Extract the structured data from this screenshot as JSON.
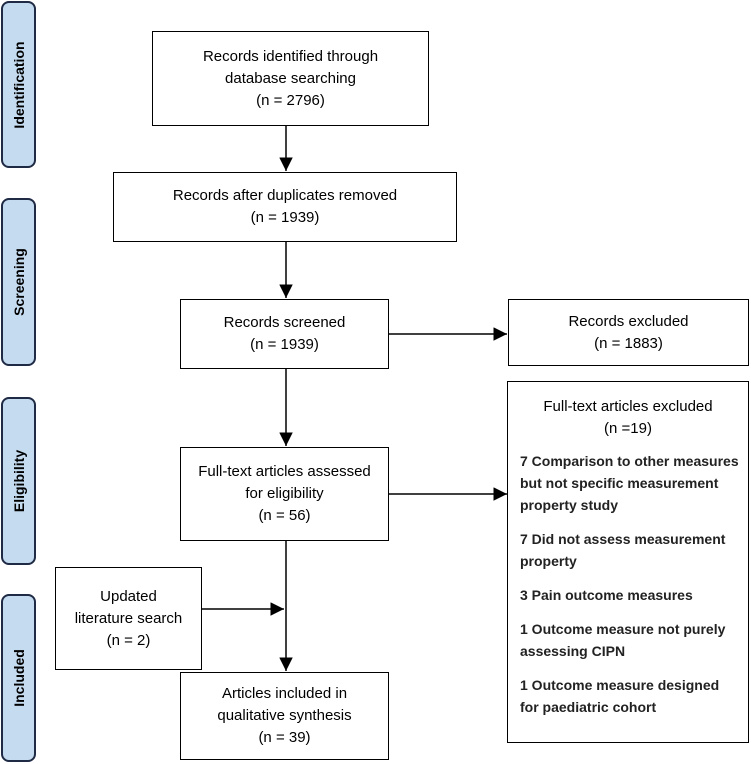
{
  "phases": {
    "identification": "Identification",
    "screening": "Screening",
    "eligibility": "Eligibility",
    "included": "Included"
  },
  "boxes": {
    "identified": {
      "line1": "Records identified through",
      "line2": "database searching",
      "count": "(n = 2796)"
    },
    "duplicates_removed": {
      "line1": "Records after duplicates removed",
      "count": "(n = 1939)"
    },
    "screened": {
      "line1": "Records screened",
      "count": "(n = 1939)"
    },
    "excluded": {
      "line1": "Records excluded",
      "count": "(n = 1883)"
    },
    "full_text_assessed": {
      "line1": "Full-text articles assessed",
      "line2": "for eligibility",
      "count": "(n = 56)"
    },
    "updated_search": {
      "line1": "Updated",
      "line2": "literature search",
      "count": "(n = 2)"
    },
    "included": {
      "line1": "Articles included in",
      "line2": "qualitative synthesis",
      "count": "(n = 39)"
    }
  },
  "full_text_excluded": {
    "title": "Full-text articles excluded",
    "count": "(n =19)",
    "reasons": [
      "7 Comparison to other measures but not specific measurement property study",
      "7 Did not assess measurement property",
      "3 Pain outcome measures",
      "1 Outcome measure not purely assessing CIPN",
      "1 Outcome measure designed for paediatric cohort"
    ]
  }
}
